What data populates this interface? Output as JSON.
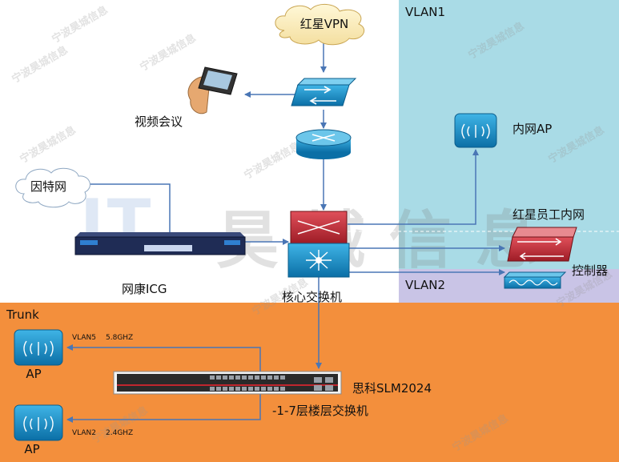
{
  "zones": {
    "vlan1": {
      "label": "VLAN1",
      "color": "#a9dbe6"
    },
    "vlan2": {
      "label": "VLAN2",
      "color": "#c9c4e6"
    },
    "trunk": {
      "label": "Trunk",
      "color": "#f38f3c"
    }
  },
  "nodes": {
    "vpn": {
      "label": "红星VPN",
      "icon": "cloud-icon"
    },
    "video": {
      "label": "视频会议",
      "icon": "hand-device-icon"
    },
    "internet": {
      "label": "因特网",
      "icon": "cloud-icon"
    },
    "icg": {
      "label": "网康ICG",
      "icon": "appliance-icon"
    },
    "core": {
      "label": "核心交换机",
      "icon": "layer3-switch-icon"
    },
    "inner_ap": {
      "label": "内网AP",
      "icon": "wireless-ap-icon"
    },
    "staff_net": {
      "label": "红星员工内网",
      "icon": "switch-icon"
    },
    "controller": {
      "label": "控制器",
      "icon": "controller-icon"
    },
    "ap_top": {
      "label": "AP",
      "icon": "wireless-ap-icon"
    },
    "ap_bottom": {
      "label": "AP",
      "icon": "wireless-ap-icon"
    },
    "cisco_switch": {
      "label": "思科SLM2024",
      "sublabel": "-1-7层楼层交换机",
      "icon": "rack-switch-icon"
    }
  },
  "links": {
    "top": {
      "vlan": "VLAN5",
      "freq": "5.8GHZ"
    },
    "bottom": {
      "vlan": "VLAN2",
      "freq": "2.4GHZ"
    }
  },
  "watermark": {
    "big": "昊城信息",
    "small": "宁波昊城信息"
  }
}
